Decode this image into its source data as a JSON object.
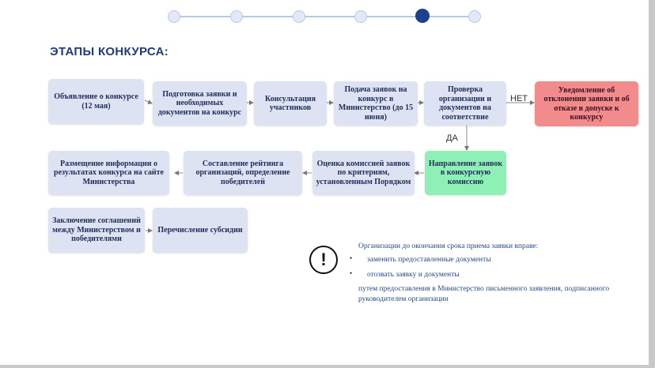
{
  "page_title": "ЭТАПЫ КОНКУРСА:",
  "progress": {
    "steps": 6,
    "active_step": 5
  },
  "steps": {
    "announce": "Объявление о конкурсе (12 мая)",
    "prepare": "Подготовка заявки и необходимых документов на конкурс",
    "consult": "Консультация участников",
    "submit": "Подача заявок на конкурс в Министерство (до 15 июня)",
    "check": "Проверка организации и документов на соответствие",
    "reject": "Уведомление об отклонении заявки и об отказе в допуске к конкурсу",
    "direct": "Направление заявок в конкурсную комиссию",
    "evaluate": "Оценка комиссией заявок по критериям, установленным Порядком",
    "rating": "Составление рейтинга организаций, определение победителей",
    "publish": "Размещение информации о результатах конкурса на сайте Министерства",
    "agreements": "Заключение соглашений между Министерством и победителями",
    "transfer": "Перечисление субсидии"
  },
  "labels": {
    "no": "НЕТ",
    "yes": "ДА"
  },
  "note": {
    "icon": "exclamation-icon",
    "heading": "Организации до окончания срока приема заявки вправе:",
    "items": [
      "заменить предоставленные документы",
      "отозвать заявку и документы"
    ],
    "footer": "путем предоставления в Министерство письменного заявления, подписанного руководителем организации"
  },
  "colors": {
    "box": "#dde3f2",
    "reject": "#f28b8b",
    "approve": "#8ff0b5",
    "title": "#1f3b78"
  }
}
